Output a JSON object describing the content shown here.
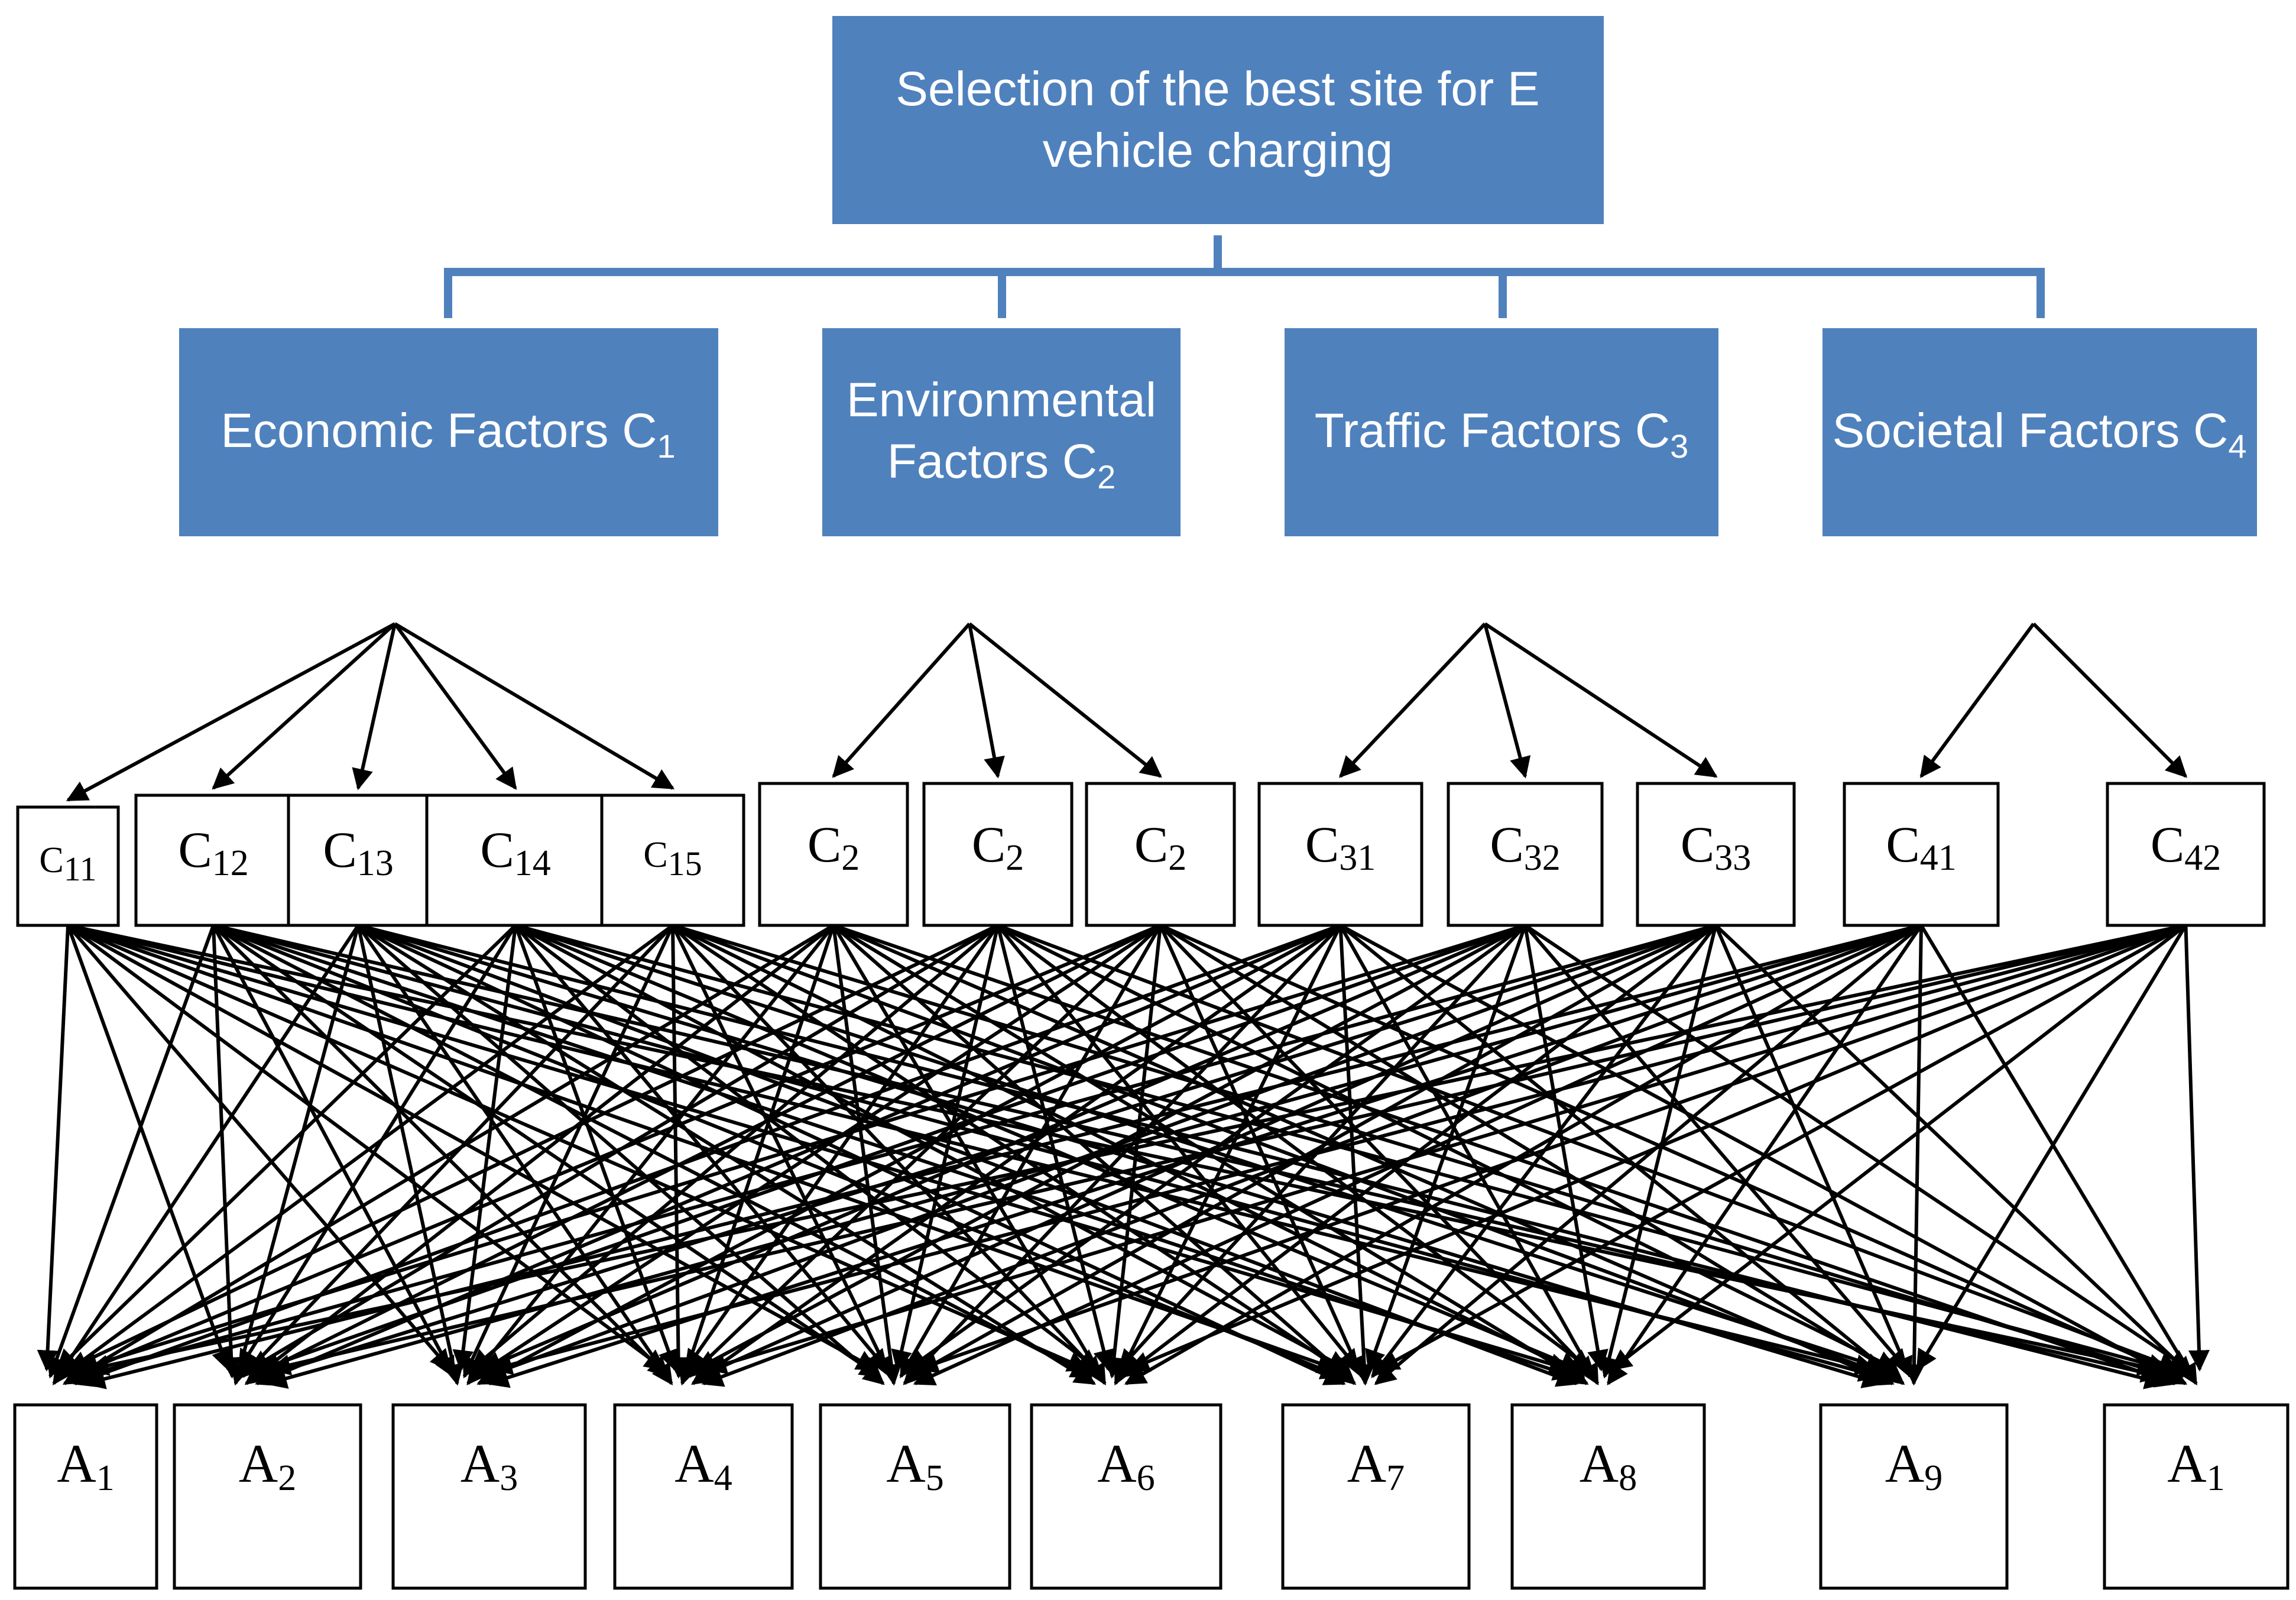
{
  "goal": {
    "title_line1": "Selection of the best site for E",
    "title_line2": "vehicle charging"
  },
  "criteria": [
    {
      "id": "C1",
      "text": "Economic Factors C",
      "sub": "1"
    },
    {
      "id": "C2",
      "text_line1": "Environmental",
      "text_line2": "Factors C",
      "sub": "2"
    },
    {
      "id": "C3",
      "text": "Traffic Factors C",
      "sub": "3"
    },
    {
      "id": "C4",
      "text": "Societal Factors C",
      "sub": "4"
    }
  ],
  "subcriteria": [
    {
      "id": "C11",
      "main": "C",
      "sub": "11",
      "parent": 0
    },
    {
      "id": "C12",
      "main": "C",
      "sub": "12",
      "parent": 0
    },
    {
      "id": "C13",
      "main": "C",
      "sub": "13",
      "parent": 0
    },
    {
      "id": "C14",
      "main": "C",
      "sub": "14",
      "parent": 0
    },
    {
      "id": "C15",
      "main": "C",
      "sub": "15",
      "parent": 0
    },
    {
      "id": "C21",
      "main": "C",
      "sub": "2",
      "parent": 1
    },
    {
      "id": "C22",
      "main": "C",
      "sub": "2",
      "parent": 1
    },
    {
      "id": "C23",
      "main": "C",
      "sub": "2",
      "parent": 1
    },
    {
      "id": "C31",
      "main": "C",
      "sub": "31",
      "parent": 2
    },
    {
      "id": "C32",
      "main": "C",
      "sub": "32",
      "parent": 2
    },
    {
      "id": "C33",
      "main": "C",
      "sub": "33",
      "parent": 2
    },
    {
      "id": "C41",
      "main": "C",
      "sub": "41",
      "parent": 3
    },
    {
      "id": "C42",
      "main": "C",
      "sub": "42",
      "parent": 3
    }
  ],
  "alternatives": [
    {
      "id": "A1",
      "main": "A",
      "sub": "1"
    },
    {
      "id": "A2",
      "main": "A",
      "sub": "2"
    },
    {
      "id": "A3",
      "main": "A",
      "sub": "3"
    },
    {
      "id": "A4",
      "main": "A",
      "sub": "4"
    },
    {
      "id": "A5",
      "main": "A",
      "sub": "5"
    },
    {
      "id": "A6",
      "main": "A",
      "sub": "6"
    },
    {
      "id": "A7",
      "main": "A",
      "sub": "7"
    },
    {
      "id": "A8",
      "main": "A",
      "sub": "8"
    },
    {
      "id": "A9",
      "main": "A",
      "sub": "9"
    },
    {
      "id": "A10",
      "main": "A",
      "sub": "1"
    }
  ],
  "colors": {
    "box_fill": "#4f81bd",
    "connector": "#4f81bd",
    "arrow": "#000000"
  }
}
